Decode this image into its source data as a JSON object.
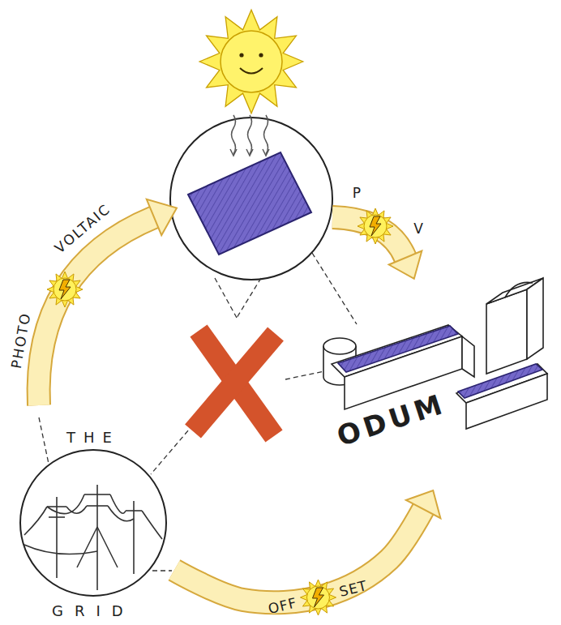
{
  "diagram": {
    "nodes": [
      {
        "text": [
          "ODUM"
        ]
      },
      {
        "text": [
          "THE",
          "GRID"
        ]
      }
    ],
    "edges": [
      {
        "from": 1,
        "to": 0,
        "arrow": "to",
        "label": "OFF SET"
      }
    ],
    "labels": [
      "PHOTO",
      "VOLTAIC",
      "P",
      "V"
    ]
  }
}
